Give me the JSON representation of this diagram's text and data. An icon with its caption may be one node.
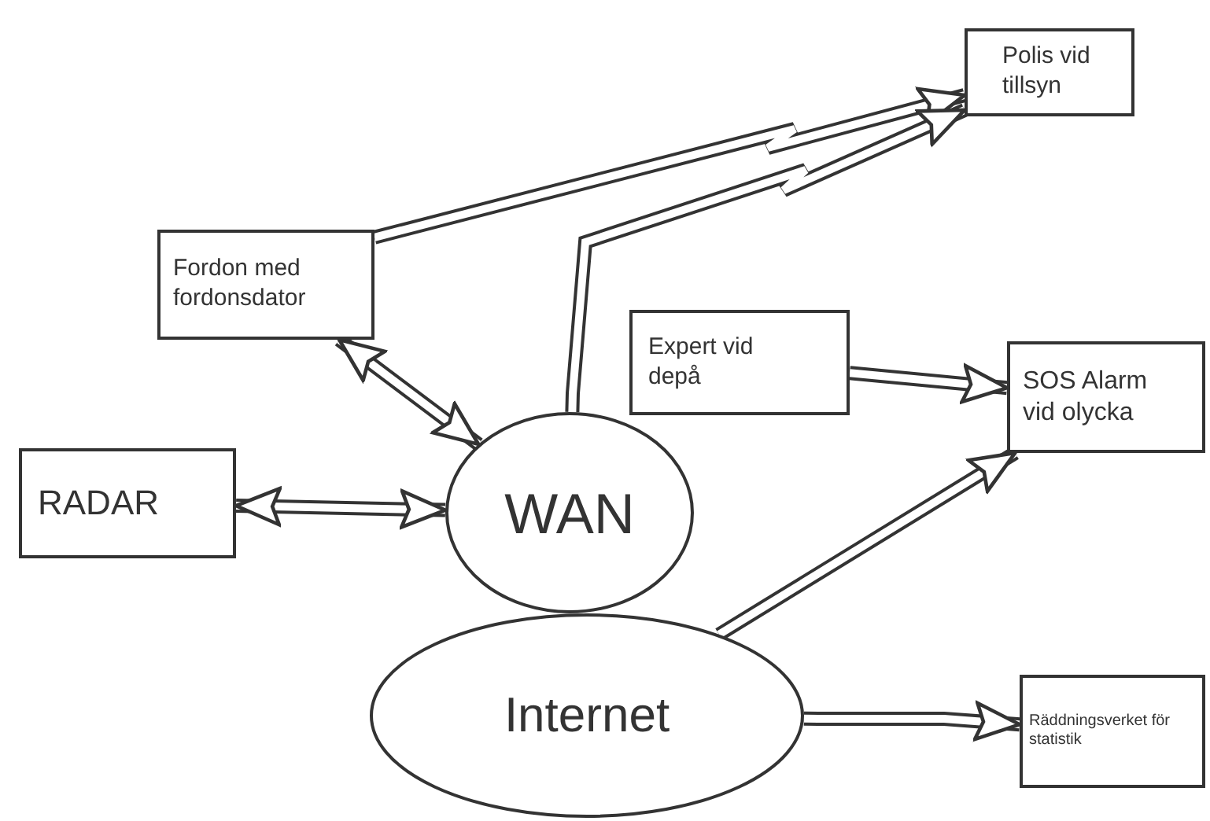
{
  "diagram": {
    "nodes": [
      {
        "text": [
          "Polis vid tillsyn"
        ]
      },
      {
        "text": [
          "Fordon med fordonsdator"
        ]
      },
      {
        "text": [
          "Expert vid depå"
        ]
      },
      {
        "text": [
          "SOS Alarm vid olycka"
        ]
      },
      {
        "text": [
          "RADAR"
        ]
      },
      {
        "text": [
          "WAN"
        ]
      },
      {
        "text": [
          "Internet"
        ]
      },
      {
        "text": [
          "Räddningsverket för statistik"
        ]
      }
    ],
    "edges": [
      {
        "from": 1,
        "to": 0,
        "arrow": "to"
      },
      {
        "from": 5,
        "to": 0,
        "arrow": "to"
      },
      {
        "from": 1,
        "to": 5,
        "arrow": "both"
      },
      {
        "from": 4,
        "to": 5,
        "arrow": "both"
      },
      {
        "from": 2,
        "to": 3,
        "arrow": "to"
      },
      {
        "from": 6,
        "to": 3,
        "arrow": "to"
      },
      {
        "from": 6,
        "to": 7,
        "arrow": "to"
      }
    ]
  }
}
